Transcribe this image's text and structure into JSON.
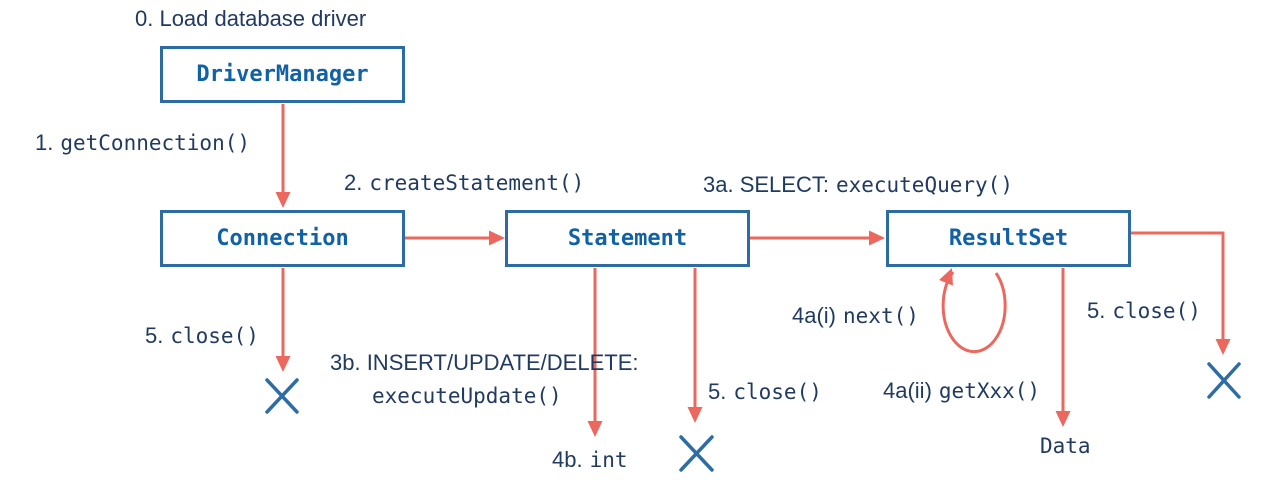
{
  "diagram": {
    "nodes": [
      {
        "id": "drivermanager",
        "label": "DriverManager"
      },
      {
        "id": "connection",
        "label": "Connection"
      },
      {
        "id": "statement",
        "label": "Statement"
      },
      {
        "id": "resultset",
        "label": "ResultSet"
      }
    ],
    "labels": {
      "load_driver": {
        "prefix": "0. Load database driver",
        "code": ""
      },
      "get_connection": {
        "prefix": "1.",
        "code": "getConnection()"
      },
      "create_statement": {
        "prefix": "2.",
        "code": "createStatement()"
      },
      "execute_query": {
        "prefix": "3a. SELECT:",
        "code": "executeQuery()"
      },
      "execute_update_1": {
        "prefix": "3b. INSERT/UPDATE/DELETE:",
        "code": ""
      },
      "execute_update_2": {
        "prefix": "",
        "code": "executeUpdate()"
      },
      "close_connection": {
        "prefix": "5.",
        "code": "close()"
      },
      "close_statement": {
        "prefix": "5.",
        "code": "close()"
      },
      "close_resultset": {
        "prefix": "5.",
        "code": "close()"
      },
      "next_loop": {
        "prefix": "4a(i)",
        "code": "next()"
      },
      "get_xxx": {
        "prefix": "4a(ii)",
        "code": "getXxx()"
      },
      "int_result": {
        "prefix": "4b.",
        "code": "int"
      },
      "data_result": {
        "prefix": "",
        "code": "Data"
      }
    },
    "colors": {
      "background": "#ffffff",
      "box_border": "#2d6ba3",
      "box_text": "#1061a5",
      "label_text": "#203a60",
      "arrow": "#ec685e",
      "x_mark": "#2e6da4"
    }
  }
}
